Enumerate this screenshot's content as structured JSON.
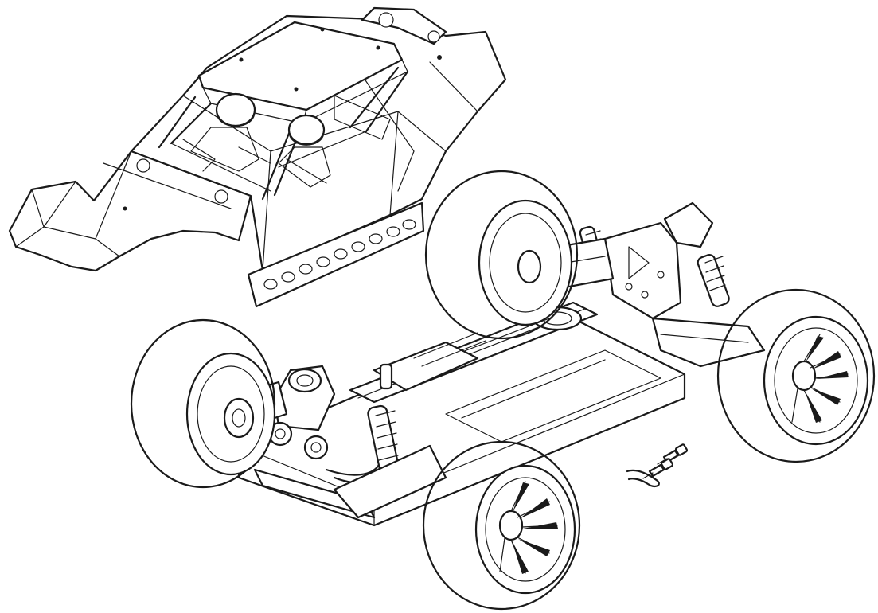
{
  "figure": {
    "background": "#ffffff",
    "line_color": "#1a1a1a"
  },
  "parts": {
    "body_shell": {
      "icon": "buggy-body-shell"
    },
    "chassis": {
      "icon": "buggy-chassis"
    },
    "wheels": {
      "count": 4,
      "icon": "knobby-tire-wheel"
    },
    "mounting_hardware": {
      "screws": 2,
      "body_clip": 1,
      "icon": "screw-icon"
    }
  }
}
